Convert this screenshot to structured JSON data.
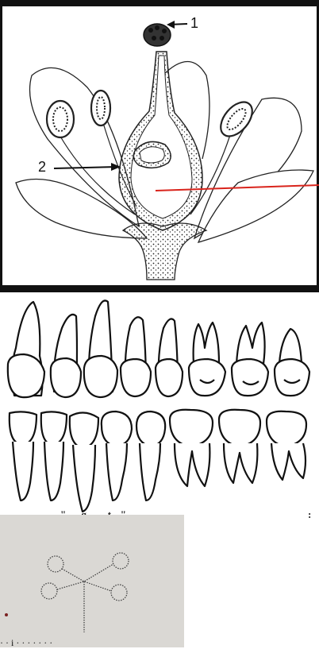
{
  "flower_diagram": {
    "labels": [
      "1",
      "2"
    ],
    "pointer_color": "#d9241c",
    "border_color": "#111111"
  },
  "teeth_diagram": {
    "upper_row_count": 8,
    "lower_row_count": 8,
    "caption_fragment": "\" . . g . . . t . \",",
    "caption_mark": ":"
  },
  "photo_panel": {
    "background": "#dad8d4",
    "bottom_text_fragment": "· · i · · · · · · ·"
  }
}
